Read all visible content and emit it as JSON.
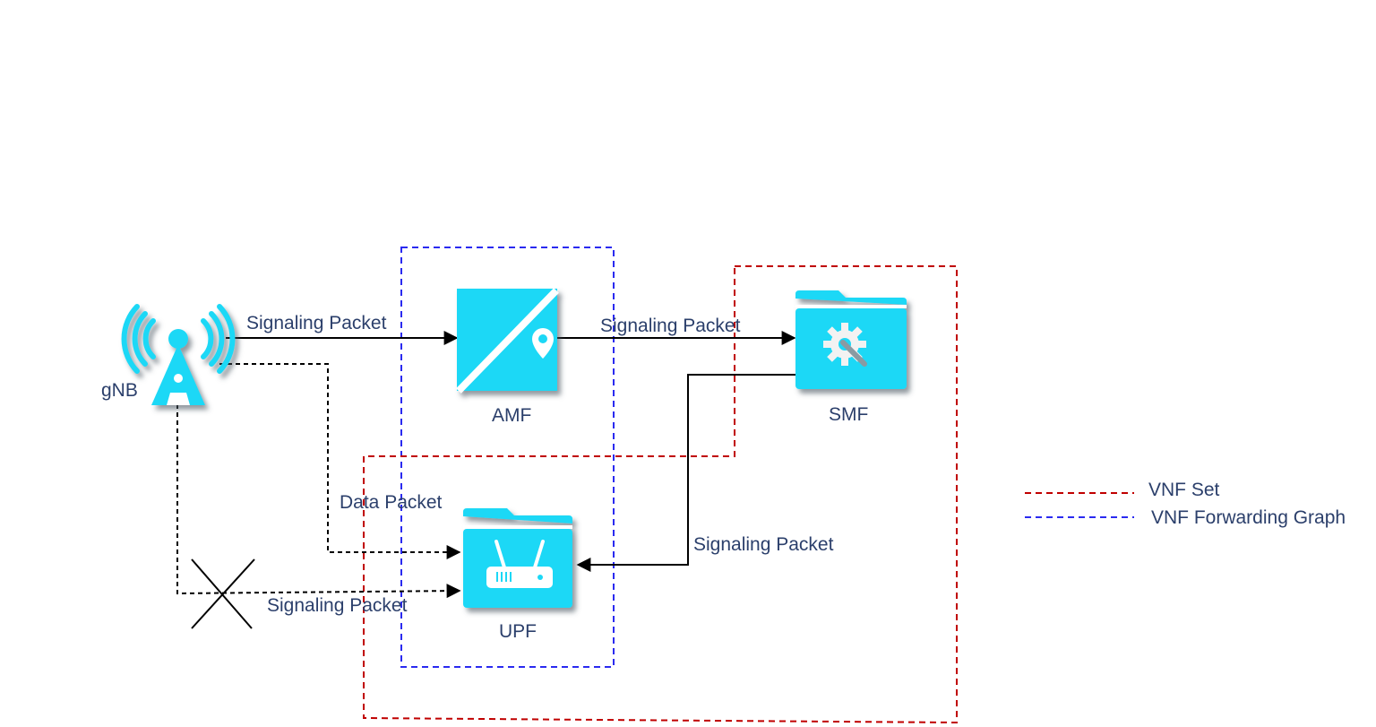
{
  "colors": {
    "icon_fill": "#1ed8f6",
    "icon_shadow": "#5a6a72",
    "vnf_set": "#c00000",
    "vnf_graph": "#2a2af0",
    "text": "#2b3f6b",
    "line": "#000000"
  },
  "nodes": {
    "gnb": {
      "label": "gNB",
      "icon": "radio-tower-icon"
    },
    "amf": {
      "label": "AMF",
      "icon": "map-location-icon"
    },
    "smf": {
      "label": "SMF",
      "icon": "folder-gear-wrench-icon"
    },
    "upf": {
      "label": "UPF",
      "icon": "folder-router-icon"
    }
  },
  "edges": {
    "gnb_amf": "Signaling Packet",
    "amf_smf": "Signaling Packet",
    "gnb_upf_data": "Data Packet",
    "smf_upf": "Signaling Packet",
    "gnb_upf_signaling": "Signaling Packet"
  },
  "blocked_marker": "cross-mark-icon",
  "legend": {
    "vnf_set": "VNF Set",
    "vnf_forwarding_graph": "VNF Forwarding Graph"
  }
}
